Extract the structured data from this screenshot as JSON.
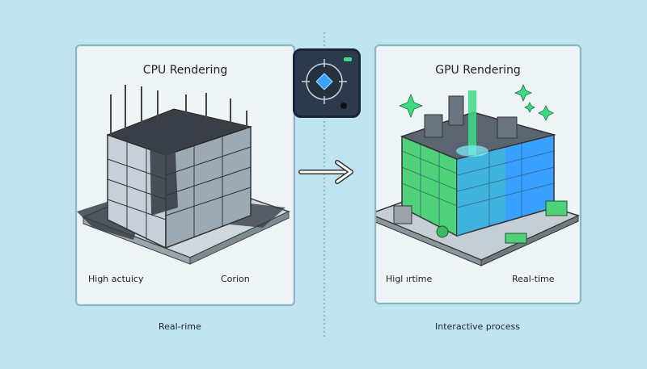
{
  "left_panel": {
    "title": "CPU Rendering",
    "caption_left": "High actuicy",
    "caption_right": "Corion"
  },
  "right_panel": {
    "title": "GPU Rendering",
    "caption_left": "Higl ırtime",
    "caption_right": "Real-time"
  },
  "footer": {
    "left": "Real-rime",
    "right": "Interactive process"
  },
  "colors": {
    "background": "#bfe4ef",
    "panel": "#eef4f6",
    "chip": "#2c3a4e",
    "accent_green": "#3ddc84",
    "accent_blue": "#3aa0ff"
  },
  "icons": {
    "transfer": "arrow-right-icon",
    "processor": "chip-icon",
    "sparkle": "sparkle-icon"
  }
}
